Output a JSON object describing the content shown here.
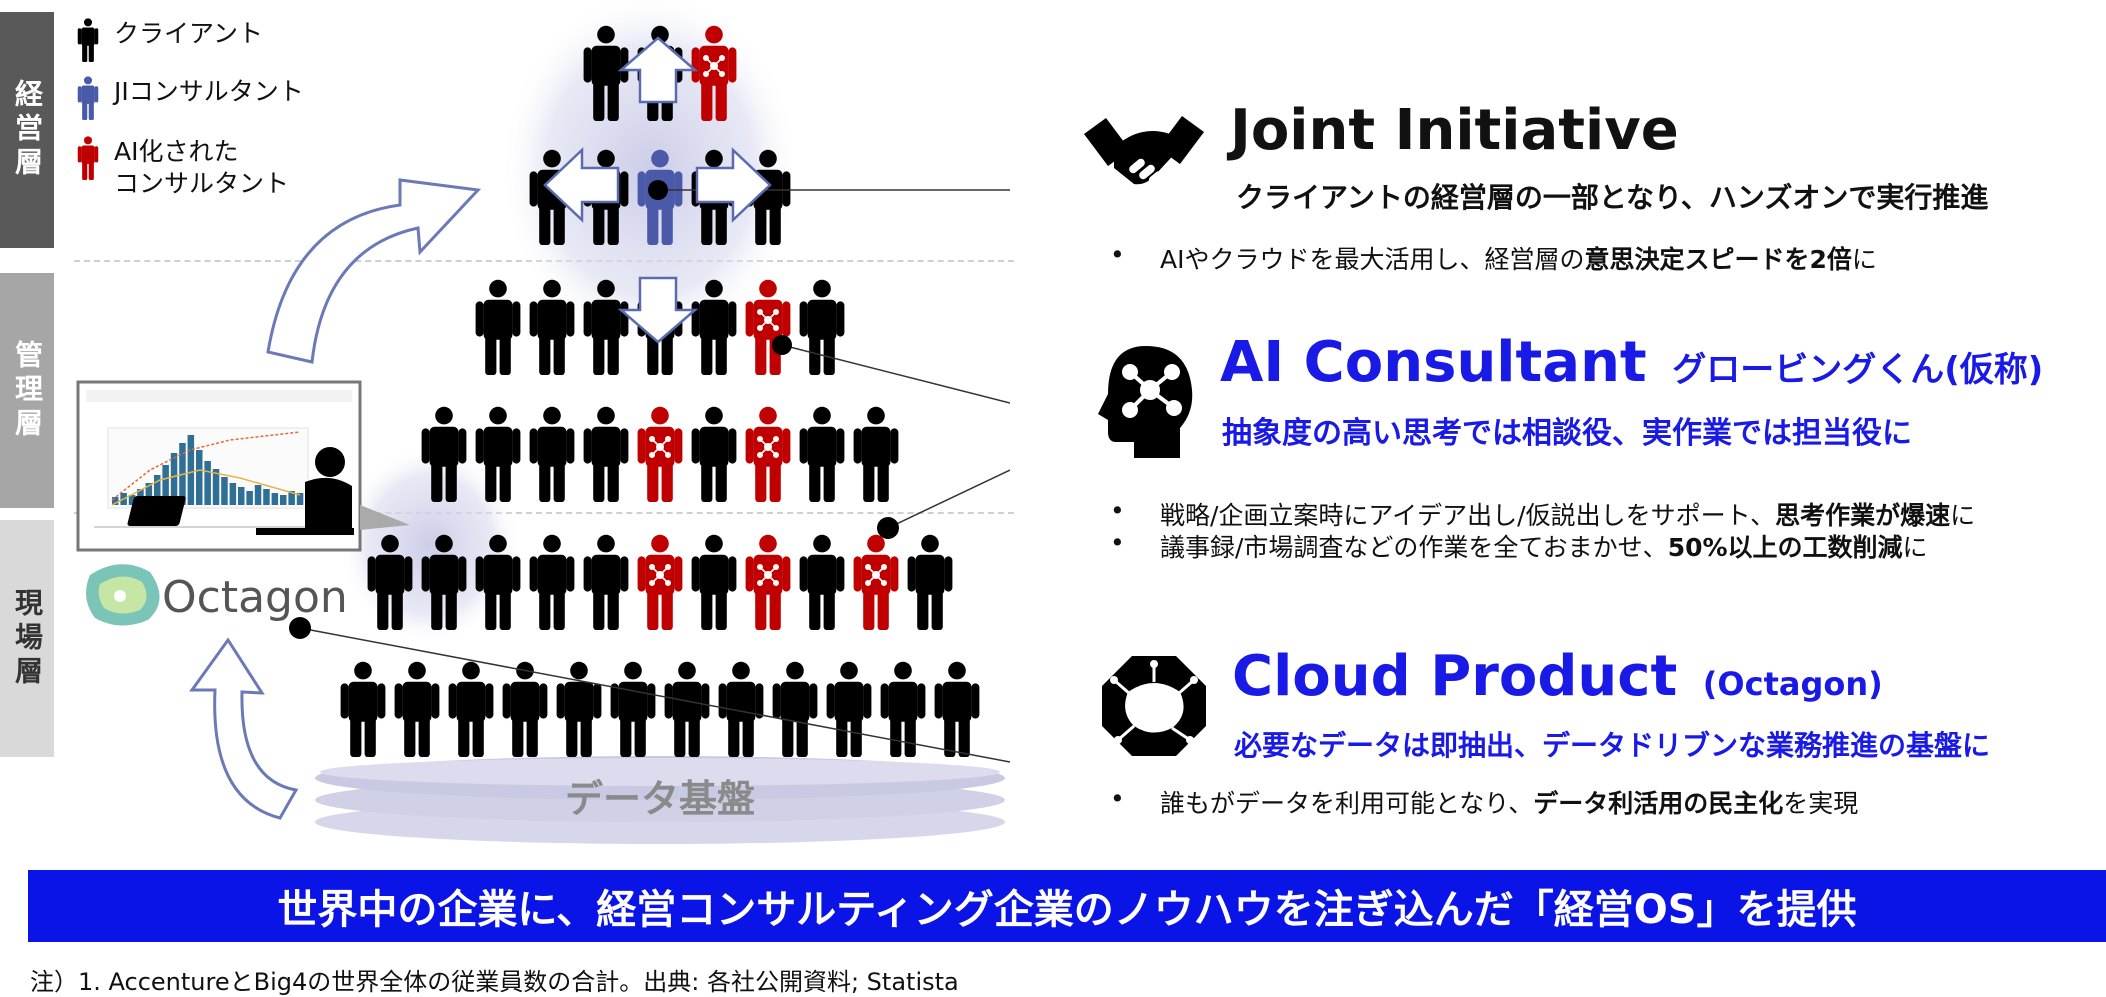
{
  "tiers": {
    "exec": "経営層",
    "mgmt": "管理層",
    "field": "現場層"
  },
  "legend": [
    {
      "label": "クライアント",
      "color": "#000000"
    },
    {
      "label": "JIコンサルタント",
      "color": "#4a5aa8"
    },
    {
      "label": "AI化された\nコンサルタント",
      "color": "#c00000"
    }
  ],
  "pyramid": {
    "base_label": "データ基盤",
    "rows": [
      [
        "black",
        "black",
        "red"
      ],
      [
        "black",
        "black",
        "blue",
        "black",
        "black"
      ],
      [
        "black",
        "black",
        "black",
        "black",
        "black",
        "red",
        "black"
      ],
      [
        "black",
        "black",
        "black",
        "black",
        "red",
        "black",
        "red",
        "black",
        "black"
      ],
      [
        "black",
        "black",
        "black",
        "black",
        "black",
        "red",
        "black",
        "red",
        "black",
        "red",
        "black"
      ],
      [
        "black",
        "black",
        "black",
        "black",
        "black",
        "black",
        "black",
        "black",
        "black",
        "black",
        "black",
        "black"
      ]
    ]
  },
  "screen_logo": "Octagon",
  "sections": {
    "joint": {
      "title": "Joint Initiative",
      "subtitle": "クライアントの経営層の一部となり、ハンズオンで実行推進",
      "icon": "handshake-icon",
      "bullets": [
        {
          "pre": "AIやクラウドを最大活用し、経営層の",
          "bold": "意思決定スピードを2倍",
          "post": "に"
        }
      ]
    },
    "ai": {
      "title": "AI Consultant",
      "title_suffix": "グロービングくん(仮称)",
      "subtitle": "抽象度の高い思考では相談役、実作業では担当役に",
      "icon": "ai-brain-head-icon",
      "bullets": [
        {
          "pre": "戦略/企画立案時にアイデア出し/仮説出しをサポート、",
          "bold": "思考作業が爆速",
          "post": "に"
        },
        {
          "pre": "議事録/市場調査などの作業を全ておまかせ、",
          "bold": "50%以上の工数削減",
          "post": "に"
        }
      ]
    },
    "cloud": {
      "title": "Cloud Product",
      "title_suffix": "(Octagon)",
      "subtitle": "必要なデータは即抽出、データドリブンな業務推進の基盤に",
      "icon": "octagon-network-icon",
      "bullets": [
        {
          "pre": "誰もがデータを利用可能となり、",
          "bold": "データ利活用の民主化",
          "post": "を実現"
        }
      ]
    }
  },
  "banner": "世界中の企業に、経営コンサルティング企業のノウハウを注ぎ込んだ「経営OS」を提供",
  "footnote": "注）1. AccentureとBig4の世界全体の従業員数の合計。出典: 各社公開資料; Statista",
  "colors": {
    "accent_blue": "#1a1ae6",
    "banner": "#0a14e6",
    "person_black": "#000000",
    "person_blue": "#4a5aa8",
    "person_red": "#c00000"
  }
}
